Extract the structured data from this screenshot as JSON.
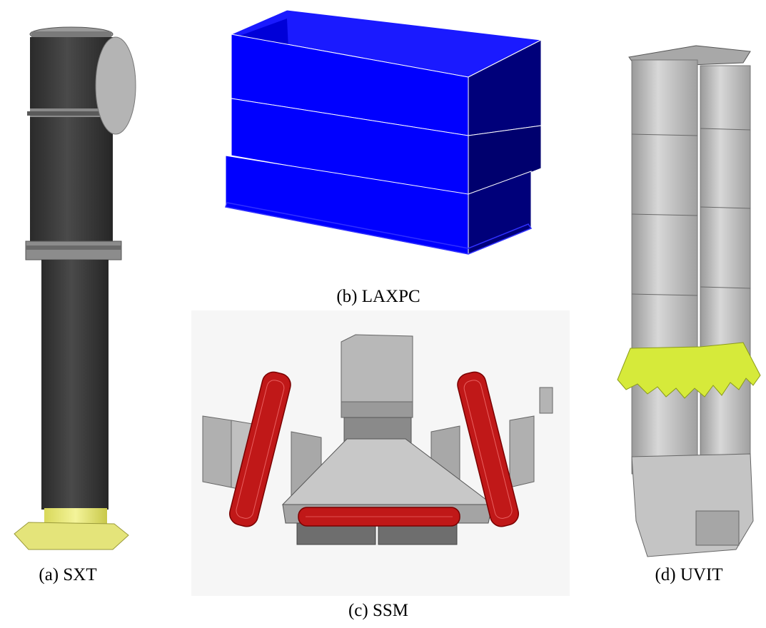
{
  "figure": {
    "panels": [
      {
        "id": "sxt",
        "caption": "(a) SXT"
      },
      {
        "id": "laxpc",
        "caption": "(b) LAXPC"
      },
      {
        "id": "ssm",
        "caption": "(c) SSM"
      },
      {
        "id": "uvit",
        "caption": "(d) UVIT"
      }
    ]
  },
  "colors": {
    "sxt_body": "#3a3a3a",
    "sxt_base": "#e8e87a",
    "laxpc_front": "#0000ff",
    "laxpc_side": "#00007a",
    "ssm_gray": "#c4c4c4",
    "ssm_red": "#b01010",
    "uvit_gray": "#c8c8c8",
    "uvit_collar": "#d6ea3a"
  }
}
